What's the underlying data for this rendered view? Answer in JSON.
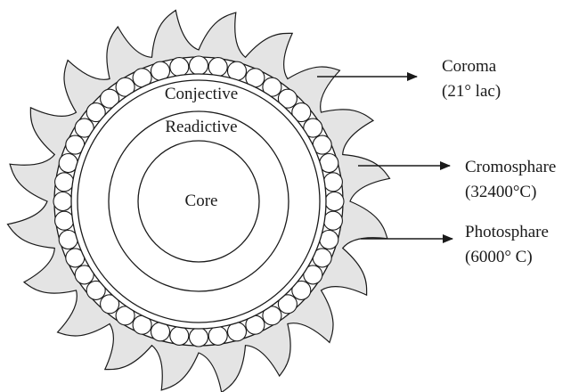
{
  "diagram": {
    "layers": {
      "conjective": "Conjective",
      "readictive": "Readictive",
      "core": "Core"
    },
    "callouts": [
      {
        "name": "Coroma",
        "value": "(21° lac)"
      },
      {
        "name": "Cromosphare",
        "value": "(32400°C)"
      },
      {
        "name": "Photosphare",
        "value": "(6000° C)"
      }
    ],
    "colors": {
      "corona_fill": "#e4e4e4",
      "stroke": "#1a1a1a",
      "background": "#ffffff"
    }
  }
}
